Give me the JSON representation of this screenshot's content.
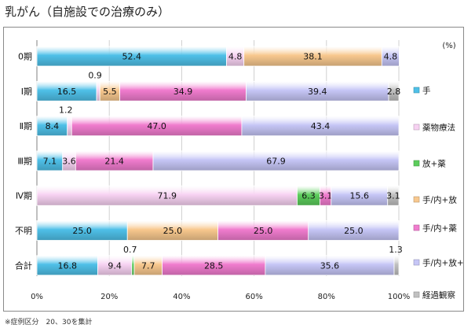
{
  "page_title": "乳がん（自施設での治療のみ）",
  "footnote": "※症例区分　20、30を集計",
  "chart_data": {
    "type": "bar",
    "orientation": "horizontal",
    "stacked": "percent",
    "unit_label": "(%)",
    "categories": [
      "0期",
      "Ⅰ期",
      "Ⅱ期",
      "Ⅲ期",
      "Ⅳ期",
      "不明",
      "合計"
    ],
    "xlim": [
      0,
      100
    ],
    "xticks": [
      "0%",
      "20%",
      "40%",
      "60%",
      "80%",
      "100%"
    ],
    "legend_position": "right",
    "series": [
      {
        "name": "手",
        "color": "#4fc0e8",
        "values": [
          52.4,
          16.5,
          8.4,
          7.1,
          0,
          25.0,
          16.8
        ],
        "labels": [
          "52.4",
          "16.5",
          "8.4",
          "7.1",
          "",
          "25.0",
          "16.8"
        ]
      },
      {
        "name": "薬物療法",
        "color": "#f7d2f2",
        "values": [
          4.8,
          0.9,
          1.2,
          3.6,
          71.9,
          0,
          9.4
        ],
        "labels": [
          "4.8",
          "0.9",
          "1.2",
          "3.6",
          "71.9",
          "",
          "9.4"
        ]
      },
      {
        "name": "放+薬",
        "color": "#5ccd5c",
        "values": [
          0,
          0,
          0,
          0,
          6.3,
          0,
          0.7
        ],
        "labels": [
          "",
          "",
          "",
          "",
          "6.3",
          "",
          "0.7"
        ]
      },
      {
        "name": "手/内+放",
        "color": "#f8c88e",
        "values": [
          38.1,
          5.5,
          0,
          0,
          0,
          25.0,
          7.7
        ],
        "labels": [
          "38.1",
          "5.5",
          "",
          "",
          "",
          "25.0",
          "7.7"
        ]
      },
      {
        "name": "手/内+薬",
        "color": "#f07cce",
        "values": [
          0,
          34.9,
          47.0,
          21.4,
          3.1,
          25.0,
          28.5
        ],
        "labels": [
          "",
          "34.9",
          "47.0",
          "21.4",
          "3.1",
          "25.0",
          "28.5"
        ]
      },
      {
        "name": "手/内+放+薬",
        "color": "#c6c6f6",
        "values": [
          4.8,
          39.4,
          43.4,
          67.9,
          15.6,
          25.0,
          35.6
        ],
        "labels": [
          "4.8",
          "39.4",
          "43.4",
          "67.9",
          "15.6",
          "25.0",
          "35.6"
        ]
      },
      {
        "name": "経過観察",
        "color": "#c0c0c0",
        "values": [
          0,
          2.8,
          0,
          0,
          3.1,
          0,
          1.3
        ],
        "labels": [
          "",
          "2.8",
          "",
          "",
          "3.1",
          "",
          "1.3"
        ]
      }
    ]
  }
}
